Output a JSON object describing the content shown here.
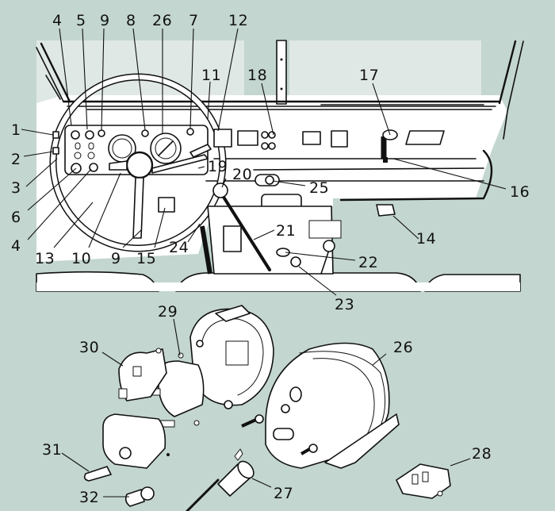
{
  "diagram": {
    "title": "",
    "background_color": "#c3d6cf",
    "panel_color": "#dfe8e4",
    "ink_color": "#111111",
    "upper_view": {
      "description": "Dashboard / instrument panel assembly",
      "callouts": [
        {
          "id": "c4a",
          "label": "4",
          "part": "switch-left"
        },
        {
          "id": "c5",
          "label": "5",
          "part": "switch"
        },
        {
          "id": "c9a",
          "label": "9",
          "part": "warning-light-upper"
        },
        {
          "id": "c8",
          "label": "8",
          "part": "warning-light"
        },
        {
          "id": "c26a",
          "label": "26",
          "part": "speedometer"
        },
        {
          "id": "c7",
          "label": "7",
          "part": "warning-light-right"
        },
        {
          "id": "c12",
          "label": "12",
          "part": "vent"
        },
        {
          "id": "c11",
          "label": "11",
          "part": "column-stalk"
        },
        {
          "id": "c18",
          "label": "18",
          "part": "centre-switches"
        },
        {
          "id": "c17",
          "label": "17",
          "part": "vent-knob"
        },
        {
          "id": "c1",
          "label": "1",
          "part": "side-switch-upper"
        },
        {
          "id": "c2",
          "label": "2",
          "part": "side-switch-lower"
        },
        {
          "id": "c3",
          "label": "3",
          "part": "panel-edge"
        },
        {
          "id": "c6",
          "label": "6",
          "part": "rotary-switch"
        },
        {
          "id": "c4b",
          "label": "4",
          "part": "lever-switch"
        },
        {
          "id": "c13",
          "label": "13",
          "part": "lower-panel"
        },
        {
          "id": "c10",
          "label": "10",
          "part": "ignition"
        },
        {
          "id": "c9b",
          "label": "9",
          "part": "steering-wheel"
        },
        {
          "id": "c15",
          "label": "15",
          "part": "pedal-box"
        },
        {
          "id": "c24",
          "label": "24",
          "part": "handbrake"
        },
        {
          "id": "c19",
          "label": "19",
          "part": "indicator-stalk"
        },
        {
          "id": "c20",
          "label": "20",
          "part": "gear-knob"
        },
        {
          "id": "c25",
          "label": "25",
          "part": "heater-control"
        },
        {
          "id": "c16",
          "label": "16",
          "part": "vent-duct"
        },
        {
          "id": "c21",
          "label": "21",
          "part": "gear-lever"
        },
        {
          "id": "c14",
          "label": "14",
          "part": "pedal-right"
        },
        {
          "id": "c22",
          "label": "22",
          "part": "transfer-lever"
        },
        {
          "id": "c23",
          "label": "23",
          "part": "diff-lock-knob"
        }
      ]
    },
    "lower_view": {
      "description": "Exploded speedometer / instrument components",
      "callouts": [
        {
          "id": "c29",
          "label": "29",
          "part": "instrument-housing"
        },
        {
          "id": "c30",
          "label": "30",
          "part": "voltage-stabilizer"
        },
        {
          "id": "c26b",
          "label": "26",
          "part": "speedometer-body"
        },
        {
          "id": "c31",
          "label": "31",
          "part": "bulb-capless"
        },
        {
          "id": "c32",
          "label": "32",
          "part": "bulb-bayonet"
        },
        {
          "id": "c27",
          "label": "27",
          "part": "speedometer-cable"
        },
        {
          "id": "c28",
          "label": "28",
          "part": "connector-block"
        }
      ]
    }
  }
}
